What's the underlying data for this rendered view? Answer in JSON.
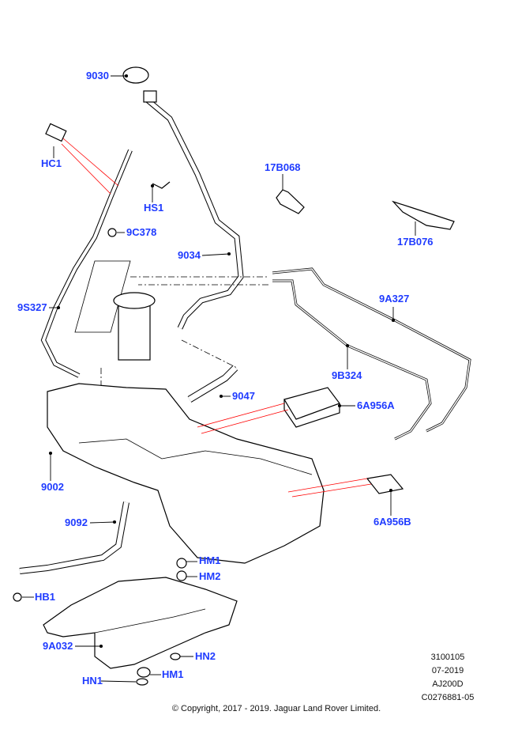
{
  "labels": [
    "9030",
    "HC1",
    "HS1",
    "17B068",
    "9C378",
    "9034",
    "17B076",
    "9S327",
    "9A327",
    "9B324",
    "9047",
    "6A956A",
    "9002",
    "6A956B",
    "9092",
    "HM1",
    "HM2",
    "HB1",
    "9A032",
    "HN2",
    "HM1",
    "HN1"
  ],
  "meta": {
    "line1": "3100105",
    "line2": "07-2019",
    "line3": "AJ200D",
    "line4": "C0276881-05"
  },
  "copyright": "© Copyright, 2017 - 2019. Jaguar Land Rover Limited.",
  "colors": {
    "label": "#1f3bff",
    "leader": "#000000",
    "callout_line": "#ff0000"
  }
}
